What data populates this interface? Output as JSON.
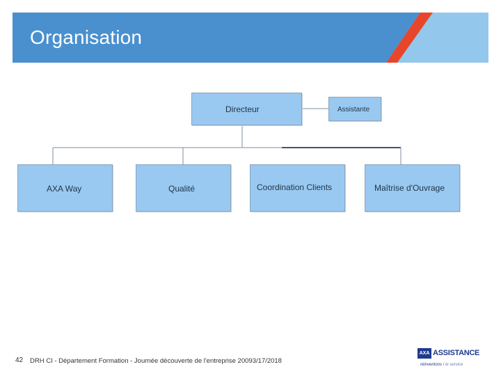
{
  "slide": {
    "title": "Organisation"
  },
  "org_chart": {
    "top": "Directeur",
    "assistant": "Assistante",
    "departments": [
      "AXA Way",
      "Qualité",
      "Coordination Clients",
      "Maîtrise d'Ouvrage"
    ]
  },
  "footer": {
    "page_number": "42",
    "text": "DRH CI - Département Formation - Journée découverte de l'entreprise  20093/17/2018"
  },
  "logo": {
    "brand": "AXA",
    "wordmark": "ASSISTANCE",
    "tagline_part1": "réinventons",
    "tagline_separator": "/",
    "tagline_part2": "le service"
  },
  "colors": {
    "banner_primary": "#4a90cf",
    "banner_accent": "#e8462a",
    "banner_light": "#94c7ec",
    "box_fill": "#99c9f1",
    "connector": "#7f8ea0",
    "connector_dark": "#44546a"
  }
}
